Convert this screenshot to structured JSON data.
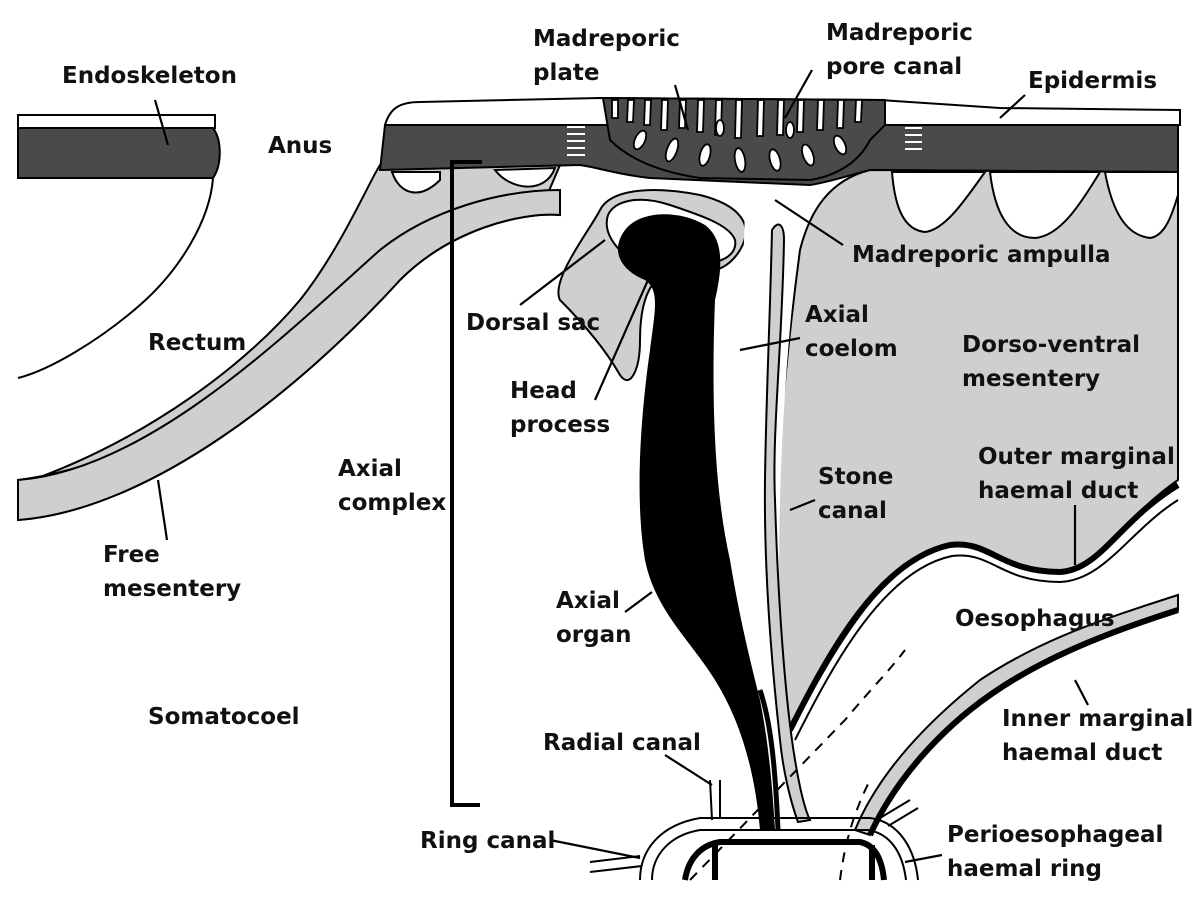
{
  "diagram": {
    "colors": {
      "dark": "#4a4a4a",
      "light": "#cfcfcf",
      "black": "#000000",
      "white": "#ffffff"
    },
    "labels": {
      "endoskeleton": "Endoskeleton",
      "anus": "Anus",
      "madreporic_plate_1": "Madreporic",
      "madreporic_plate_2": "plate",
      "madreporic_pore_canal_1": "Madreporic",
      "madreporic_pore_canal_2": "pore canal",
      "epidermis": "Epidermis",
      "madreporic_ampulla": "Madreporic ampulla",
      "dorsal_sac": "Dorsal sac",
      "rectum": "Rectum",
      "axial_coelom_1": "Axial",
      "axial_coelom_2": "coelom",
      "dorso_ventral_mesentery_1": "Dorso-ventral",
      "dorso_ventral_mesentery_2": "mesentery",
      "head_process_1": "Head",
      "head_process_2": "process",
      "axial_complex_1": "Axial",
      "axial_complex_2": "complex",
      "outer_marginal_1": "Outer marginal",
      "outer_marginal_2": "haemal duct",
      "stone_canal_1": "Stone",
      "stone_canal_2": "canal",
      "free_mesentery_1": "Free",
      "free_mesentery_2": "mesentery",
      "axial_organ_1": "Axial",
      "axial_organ_2": "organ",
      "oesophagus": "Oesophagus",
      "somatocoel": "Somatocoel",
      "inner_marginal_1": "Inner marginal",
      "inner_marginal_2": "haemal duct",
      "radial_canal": "Radial canal",
      "ring_canal": "Ring canal",
      "perioesophageal_1": "Perioesophageal",
      "perioesophageal_2": "haemal ring"
    }
  }
}
